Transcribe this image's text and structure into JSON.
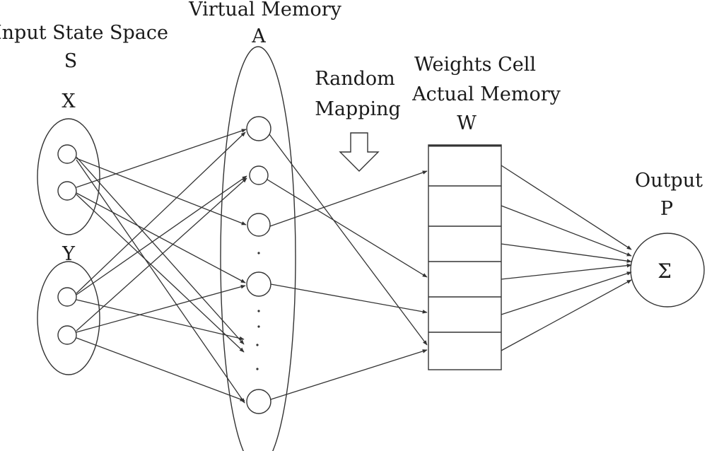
{
  "labels": {
    "input_space": "Input State Space",
    "input_symbol": "S",
    "group_x": "X",
    "group_y": "Y",
    "virtual_memory": "Virtual Memory",
    "virtual_symbol": "A",
    "random": "Random",
    "mapping": "Mapping",
    "weights_cell": "Weights Cell",
    "actual_memory": "Actual Memory",
    "weights_symbol": "W",
    "output": "Output",
    "output_symbol": "P",
    "sigma": "Σ"
  },
  "colors": {
    "stroke": "#333333",
    "text": "#1a1a1a"
  }
}
